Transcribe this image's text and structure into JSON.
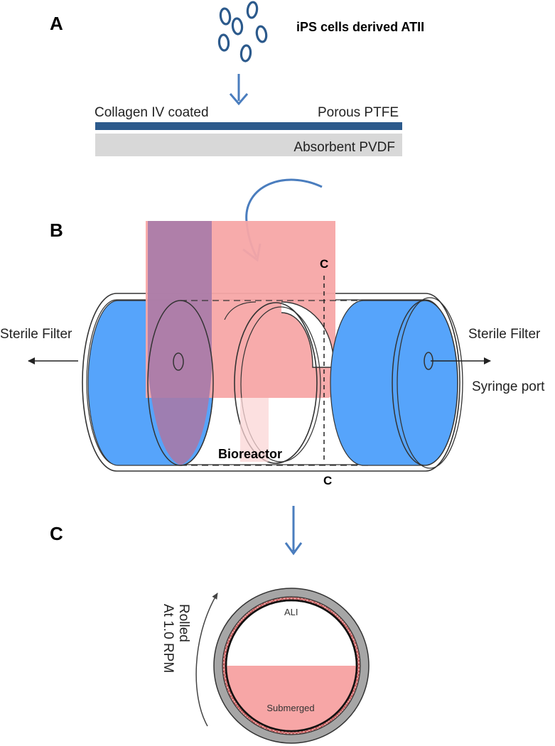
{
  "panels": {
    "a": "A",
    "b": "B",
    "c": "C"
  },
  "panel_a": {
    "cells_label": "iPS cells derived ATII",
    "coating_label": "Collagen IV coated",
    "membrane_label": "Porous PTFE",
    "backing_label": "Absorbent PVDF"
  },
  "panel_b": {
    "left_port_label": "Sterile Filter",
    "right_filter_label": "Sterile Filter",
    "syringe_label": "Syringe port",
    "device_label": "Bioreactor",
    "section_top": "C",
    "section_bottom": "C"
  },
  "panel_c": {
    "rotation_line1": "Rolled",
    "rotation_line2": "At  1.0 RPM",
    "top_zone": "ALI",
    "bottom_zone": "Submerged"
  },
  "colors": {
    "blue_end": "#56a4fb",
    "medium_pink": "#f7a6a6",
    "membrane_blue": "#2c5a8c",
    "arrow_blue": "#4a7dbe",
    "pvdf_gray": "#d8d8d8",
    "ring_gray": "#a6a6a6"
  }
}
